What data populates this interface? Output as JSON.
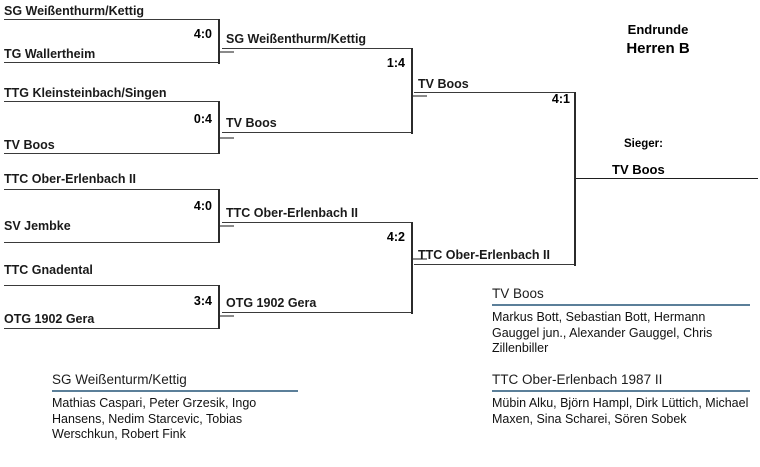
{
  "header": {
    "subtitle": "Endrunde",
    "title": "Herren B",
    "winner_label": "Sieger:",
    "winner_name": "TV Boos"
  },
  "bracket": {
    "round1": [
      {
        "top_team": "SG Weißenthurm/Kettig",
        "bottom_team": "TG Wallertheim",
        "score": "4:0"
      },
      {
        "top_team": "TTG Kleinsteinbach/Singen",
        "bottom_team": "TV Boos",
        "score": "0:4"
      },
      {
        "top_team": "TTC Ober-Erlenbach II",
        "bottom_team": "SV Jembke",
        "score": "4:0"
      },
      {
        "top_team": "TTC Gnadental",
        "bottom_team": "OTG 1902 Gera",
        "score": "3:4"
      }
    ],
    "round2": [
      {
        "top_team": "SG Weißenthurm/Kettig",
        "bottom_team": "TV Boos",
        "score": "1:4"
      },
      {
        "top_team": "TTC Ober-Erlenbach II",
        "bottom_team": "OTG 1902 Gera",
        "score": "4:2"
      }
    ],
    "final": {
      "top_team": "TV Boos",
      "bottom_team": "TTC Ober-Erlenbach II",
      "score": "4:1"
    }
  },
  "rosters": [
    {
      "team": "SG Weißenturm/Kettig",
      "players": "Mathias Caspari, Peter Grzesik, Ingo Hansens, Nedim Starcevic, Tobias Werschkun, Robert Fink"
    },
    {
      "team": "TV Boos",
      "players": "Markus Bott, Sebastian Bott, Hermann Gauggel jun., Alexander Gauggel, Chris Zillenbiller"
    },
    {
      "team": "TTC Ober-Erlenbach 1987 II",
      "players": "Mübin Alku, Björn Hampl, Dirk Lüttich, Michael Maxen, Sina Scharei, Sören Sobek"
    }
  ],
  "colors": {
    "rule": "#5b7f99",
    "line": "#333333",
    "connector": "#8a8a8a",
    "text": "#111111"
  }
}
